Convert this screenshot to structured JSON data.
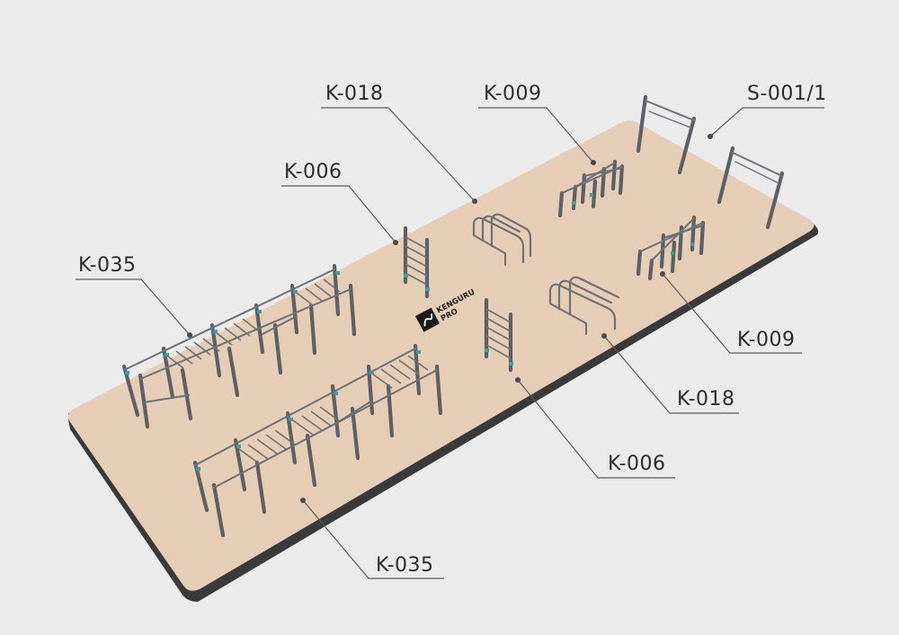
{
  "brand": {
    "line1": "KENGURU",
    "line2": "PRO"
  },
  "callouts": [
    {
      "id": "k018_top",
      "label": "K-018"
    },
    {
      "id": "k009_top",
      "label": "K-009"
    },
    {
      "id": "s001",
      "label": "S-001/1"
    },
    {
      "id": "k006_top",
      "label": "K-006"
    },
    {
      "id": "k035_top",
      "label": "K-035"
    },
    {
      "id": "k009_right",
      "label": "K-009"
    },
    {
      "id": "k018_right",
      "label": "K-018"
    },
    {
      "id": "k006_bottom",
      "label": "K-006"
    },
    {
      "id": "k035_bottom",
      "label": "K-035"
    }
  ],
  "colors": {
    "background": "#ebebeb",
    "platform": "#e6cdb5",
    "platform_edge": "#3a3a3a",
    "equipment": "#5b6066",
    "accent": "#3aa0a0"
  }
}
